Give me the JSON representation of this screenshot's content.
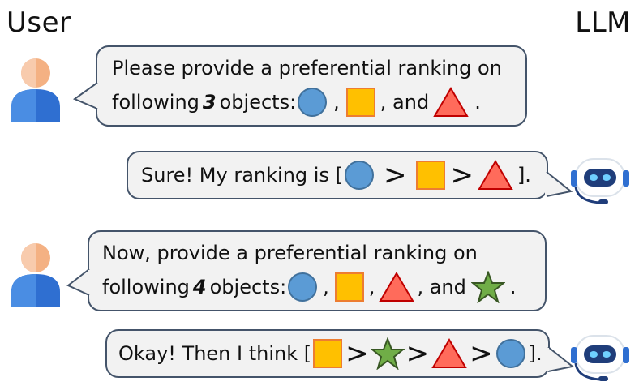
{
  "headers": {
    "user": "User",
    "llm": "LLM"
  },
  "messages": [
    {
      "speaker": "user",
      "line1": "Please provide a preferential ranking on",
      "line2": {
        "prefix": "following ",
        "count": "3",
        "suffix": " objects: ",
        "sep1": ",",
        "sep2": ", and",
        "end": "."
      }
    },
    {
      "speaker": "llm",
      "line": {
        "prefix": "Sure! My ranking is [",
        "gt1": ">",
        "gt2": ">",
        "end": "]."
      }
    },
    {
      "speaker": "user",
      "line1": "Now, provide a preferential ranking on",
      "line2": {
        "prefix": "following ",
        "count": "4",
        "suffix": " objects: ",
        "sep1": ",",
        "sep2": ",",
        "sep3": ", and",
        "end": "."
      }
    },
    {
      "speaker": "llm",
      "line": {
        "prefix": "Okay! Then I think [",
        "gt1": ">",
        "gt2": ">",
        "gt3": ">",
        "end": "]."
      }
    }
  ],
  "colors": {
    "circle": "#5b9bd5",
    "circle_stroke": "#41719c",
    "square": "#ffc000",
    "square_stroke": "#ed7d31",
    "triangle": "#ff6b5b",
    "triangle_stroke": "#c00000",
    "star": "#70ad47",
    "star_stroke": "#385723",
    "bubble_fill": "#f2f2f2",
    "bubble_stroke": "#44546a"
  },
  "icons": [
    "user-icon",
    "robot-icon",
    "circle-icon",
    "square-icon",
    "triangle-icon",
    "star-icon"
  ]
}
